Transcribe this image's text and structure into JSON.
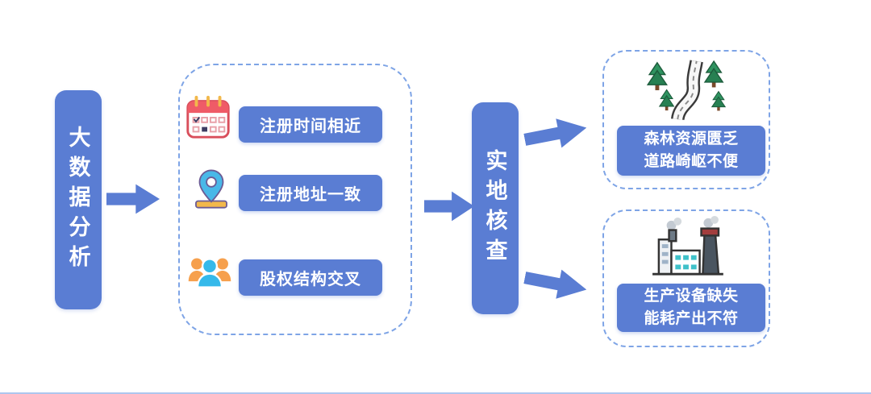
{
  "nodes": {
    "left": {
      "label": "大数据分析"
    },
    "middle": {
      "label": "实地核查"
    }
  },
  "analysis_items": [
    {
      "icon": "calendar-icon",
      "label": "注册时间相近"
    },
    {
      "icon": "location-pin-icon",
      "label": "注册地址一致"
    },
    {
      "icon": "people-group-icon",
      "label": "股权结构交叉"
    }
  ],
  "findings": [
    {
      "icon": "forest-road-icon",
      "lines": [
        "森林资源匮乏",
        "道路崎岖不便"
      ]
    },
    {
      "icon": "factory-icon",
      "lines": [
        "生产设备缺失",
        "能耗产出不符"
      ]
    }
  ],
  "colors": {
    "primary_blue": "#5a7dd3",
    "dashed_border": "#7ea4e6",
    "background": "#ffffff"
  }
}
